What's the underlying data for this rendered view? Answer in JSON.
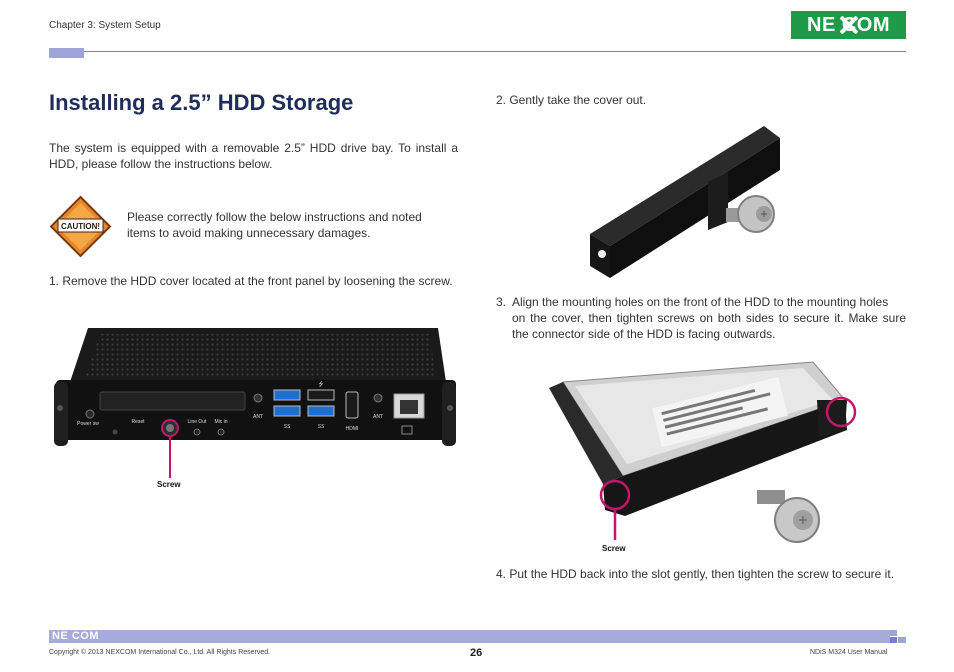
{
  "header": {
    "chapter": "Chapter 3: System Setup",
    "logo_text": "NE COM"
  },
  "title": "Installing a 2.5” HDD Storage",
  "intro": "The system is equipped with a removable 2.5” HDD drive bay. To install a HDD, please follow the instructions below.",
  "caution": {
    "badge": "CAUTION!",
    "text": "Please correctly follow the below instructions and noted items to avoid making unnecessary damages."
  },
  "steps": {
    "step1": "1.  Remove the HDD cover located at the front panel by loosening the screw.",
    "step2": "2.  Gently take the cover out.",
    "step3_num": "3.",
    "step3_first": "Align the mounting holes on the front of the HDD to the mounting holes",
    "step3_rest": "on the cover, then tighten screws on both sides to secure it. Make sure the connector side of the HDD is facing outwards.",
    "step4": "4.  Put the HDD back into the slot gently, then tighten the screw to secure it."
  },
  "front_panel": {
    "power": "Power sw",
    "reset": "Reset",
    "line_out": "Line Out",
    "mic_in": "Mic in",
    "ant_left": "ANT",
    "ant_right": "ANT",
    "hdmi": "HDMI",
    "usb_label": "SS",
    "screw": "Screw"
  },
  "hdd_figure": {
    "screw": "Screw"
  },
  "footer": {
    "logo": "NE COM",
    "copyright": "Copyright © 2013 NEXCOM International Co., Ltd. All Rights Reserved.",
    "page": "26",
    "manual": "NDiS M324 User Manual"
  },
  "colors": {
    "brand_green": "#1f9a48",
    "accent_purple": "#7b7fc8",
    "highlight_magenta": "#c2176b"
  }
}
